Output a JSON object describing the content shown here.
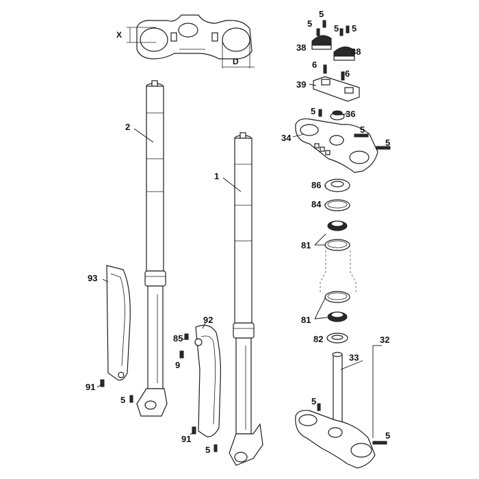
{
  "callouts": {
    "c1": "1",
    "c2": "2",
    "c5a": "5",
    "c5b": "5",
    "c5c": "5",
    "c5d": "5",
    "c5e": "5",
    "c5f": "5",
    "c5g": "5",
    "c5h": "5",
    "c5i": "5",
    "c5j": "5",
    "c5k": "5",
    "c6a": "6",
    "c6b": "6",
    "c9": "9",
    "c32": "32",
    "c33": "33",
    "c34": "34",
    "c36": "36",
    "c38a": "38",
    "c38b": "38",
    "c39": "39",
    "c81a": "81",
    "c81b": "81",
    "c82": "82",
    "c84": "84",
    "c85": "85",
    "c86": "86",
    "c91a": "91",
    "c91b": "91",
    "c92": "92",
    "c93": "93"
  },
  "dimensions": {
    "x": "X",
    "d": "D"
  }
}
